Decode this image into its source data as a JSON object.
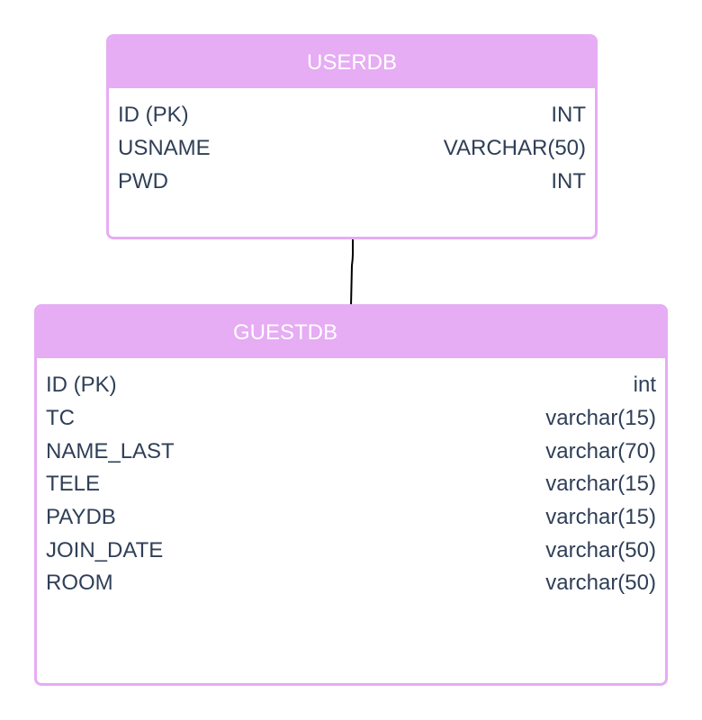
{
  "tables": {
    "userdb": {
      "name": "USERDB",
      "rows": [
        {
          "column": "ID (PK)",
          "type": "INT"
        },
        {
          "column": "USNAME",
          "type": "VARCHAR(50)"
        },
        {
          "column": "PWD",
          "type": "INT"
        }
      ]
    },
    "guestdb": {
      "name": "GUESTDB",
      "rows": [
        {
          "column": "ID (PK)",
          "type": "int"
        },
        {
          "column": "TC",
          "type": "varchar(15)"
        },
        {
          "column": "NAME_LAST",
          "type": "varchar(70)"
        },
        {
          "column": "TELE",
          "type": "varchar(15)"
        },
        {
          "column": "PAYDB",
          "type": "varchar(15)"
        },
        {
          "column": "JOIN_DATE",
          "type": "varchar(50)"
        },
        {
          "column": "ROOM",
          "type": "varchar(50)"
        }
      ]
    }
  },
  "colors": {
    "header_fill": "#e6acf4",
    "border": "#e6acf4",
    "header_text": "#ffffff",
    "body_text": "#2f3f57",
    "connector": "#000000"
  }
}
